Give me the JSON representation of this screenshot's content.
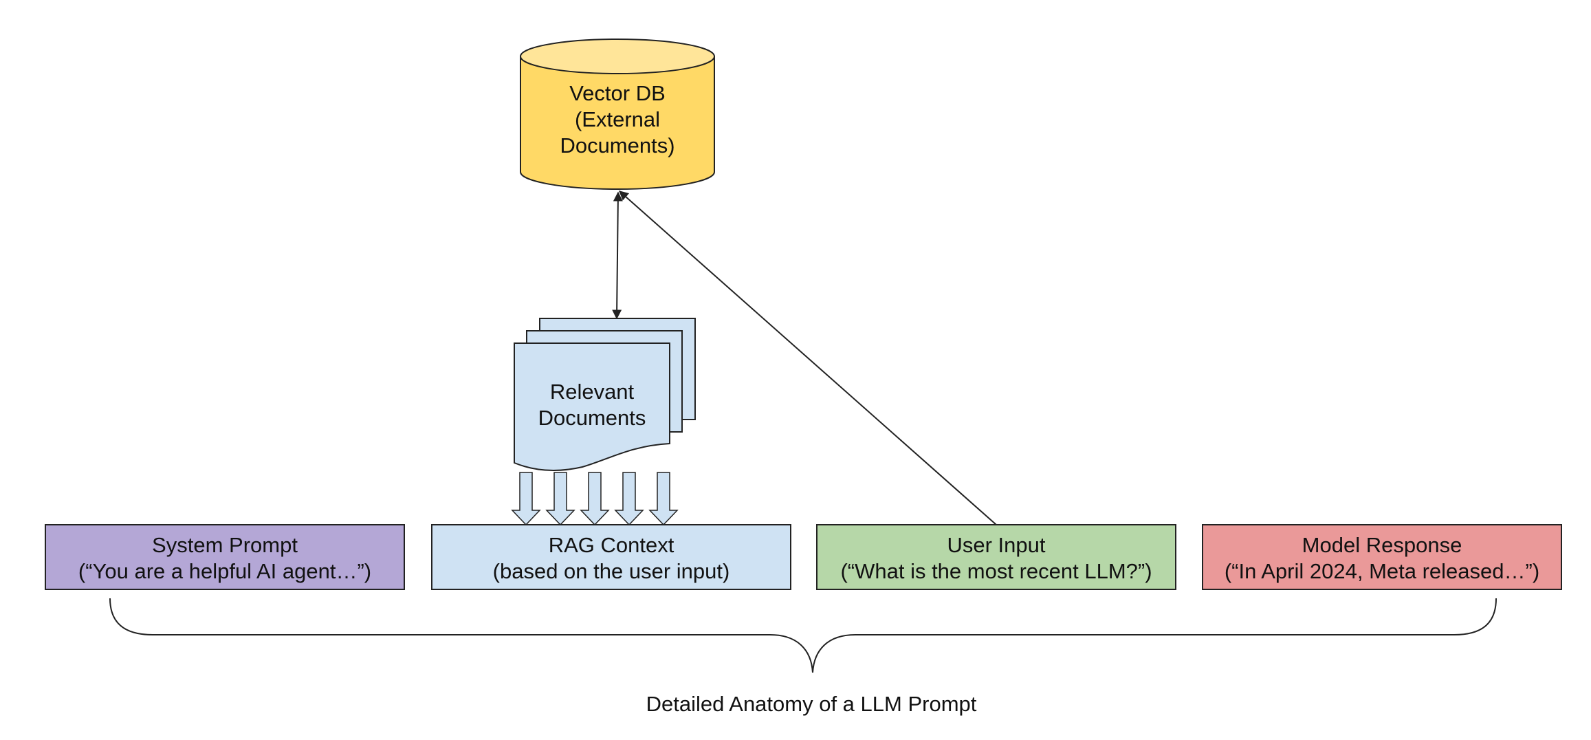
{
  "colors": {
    "db_fill": "#ffd966",
    "db_top_fill": "#ffe599",
    "docs_fill": "#cfe2f3",
    "system_prompt_fill": "#b4a7d6",
    "rag_context_fill": "#cfe2f3",
    "user_input_fill": "#b6d7a8",
    "model_response_fill": "#ea9999",
    "stroke": "#222222"
  },
  "vector_db": {
    "line1": "Vector DB",
    "line2": "(External",
    "line3": "Documents)"
  },
  "documents": {
    "line1": "Relevant",
    "line2": "Documents"
  },
  "segments": {
    "system_prompt": {
      "title": "System Prompt",
      "example": "(“You are a helpful AI agent…”)"
    },
    "rag_context": {
      "title": "RAG Context",
      "example": "(based on the user input)"
    },
    "user_input": {
      "title": "User Input",
      "example": "(“What is the most recent LLM?”)"
    },
    "model_response": {
      "title": "Model Response",
      "example": "(“In April 2024, Meta released…”)"
    }
  },
  "caption": "Detailed Anatomy of a LLM Prompt"
}
